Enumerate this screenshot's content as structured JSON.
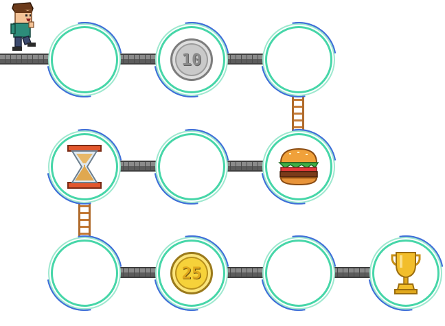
{
  "player": {
    "icon": "boy-character-icon"
  },
  "nodes": [
    {
      "id": "r1c1",
      "content": "empty"
    },
    {
      "id": "r1c2",
      "content": "coin",
      "value": "10",
      "coin_color": "silver"
    },
    {
      "id": "r1c3",
      "content": "empty"
    },
    {
      "id": "r2c1",
      "content": "hourglass-icon"
    },
    {
      "id": "r2c2",
      "content": "empty"
    },
    {
      "id": "r2c3",
      "content": "burger-icon"
    },
    {
      "id": "r3c1",
      "content": "empty"
    },
    {
      "id": "r3c2",
      "content": "coin",
      "value": "25",
      "coin_color": "gold"
    },
    {
      "id": "r3c3",
      "content": "empty"
    },
    {
      "id": "r3c4",
      "content": "trophy-icon"
    }
  ],
  "colors": {
    "ring": "#46d6a8",
    "ring_outer": "#3f6fd8",
    "bridge": "#6f6f6f",
    "ladder": "#b06b2c"
  }
}
